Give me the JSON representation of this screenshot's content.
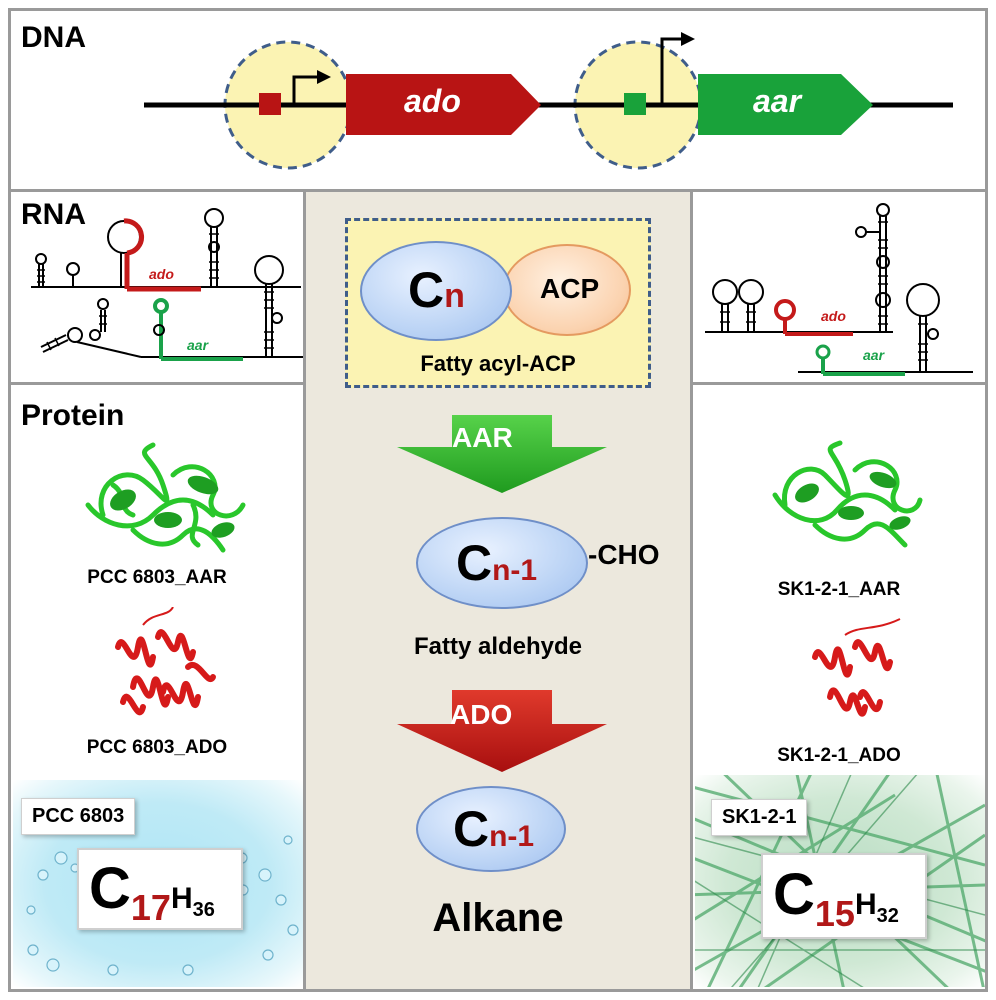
{
  "dna": {
    "title": "DNA",
    "gene1": "ado",
    "gene2": "aar",
    "colors": {
      "ado": "#b81414",
      "aar": "#19a23a",
      "promoter_bg": "#fbf3b3",
      "promoter_ring": "#3f5d8a"
    }
  },
  "rna": {
    "title": "RNA",
    "left": {
      "ado_label": "ado",
      "aar_label": "aar"
    },
    "right": {
      "ado_label": "ado",
      "aar_label": "aar"
    }
  },
  "protein": {
    "title": "Protein",
    "left": {
      "aar_caption": "PCC 6803_AAR",
      "ado_caption": "PCC 6803_ADO"
    },
    "right": {
      "aar_caption": "SK1-2-1_AAR",
      "ado_caption": "SK1-2-1_ADO"
    }
  },
  "strains": {
    "left": {
      "name": "PCC 6803",
      "formula": {
        "c": "C",
        "c_sub": "17",
        "h": "H",
        "h_sub": "36"
      }
    },
    "right": {
      "name": "SK1-2-1",
      "formula": {
        "c": "C",
        "c_sub": "15",
        "h": "H",
        "h_sub": "32"
      }
    }
  },
  "pathway": {
    "substrate": {
      "c": "C",
      "c_sub": "n",
      "acp": "ACP",
      "label": "Fatty acyl-ACP"
    },
    "enzyme1": "AAR",
    "intermediate": {
      "c": "C",
      "c_sub": "n-1",
      "group": "-CHO",
      "label": "Fatty aldehyde"
    },
    "enzyme2": "ADO",
    "product": {
      "c": "C",
      "c_sub": "n-1",
      "label": "Alkane"
    }
  }
}
